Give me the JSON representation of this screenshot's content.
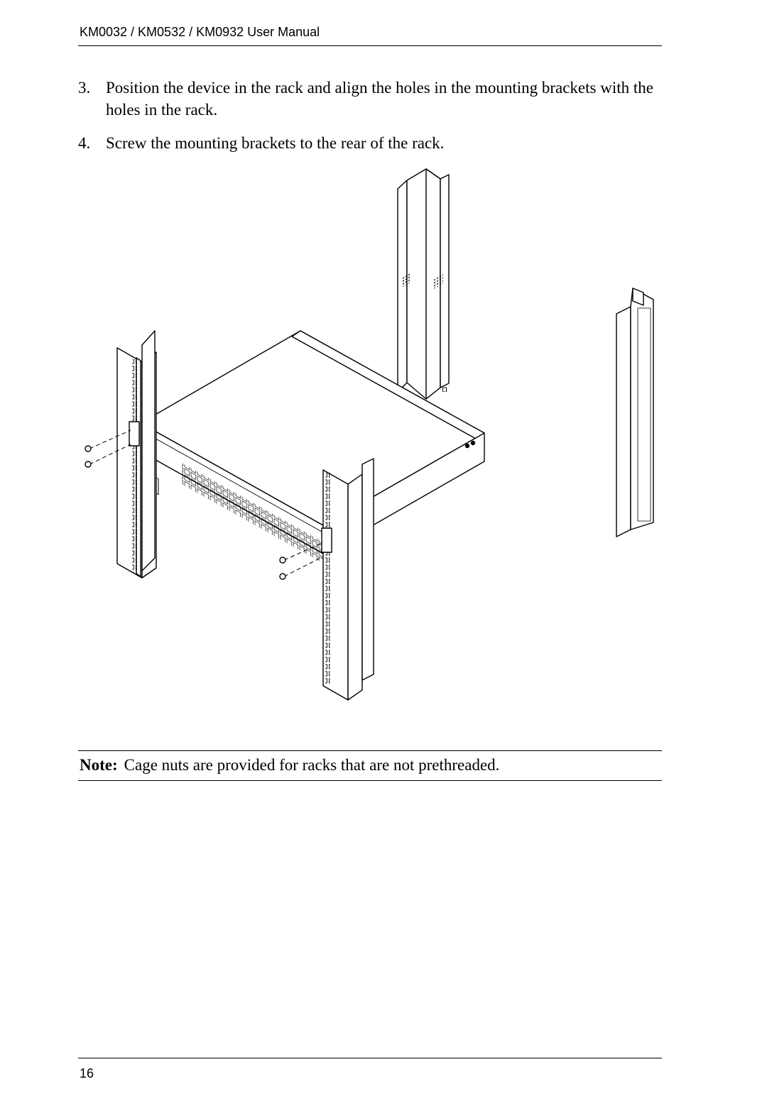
{
  "header": {
    "title": "KM0032 / KM0532 / KM0932 User Manual"
  },
  "steps": [
    {
      "number": "3.",
      "text": "Position the device in the rack and align the holes in the mounting brackets with the holes in the rack."
    },
    {
      "number": "4.",
      "text": "Screw the mounting brackets to the rear of the rack."
    }
  ],
  "note": {
    "label": "Note:",
    "text": "Cage nuts are provided for racks that are not prethreaded."
  },
  "footer": {
    "page_number": "16"
  }
}
